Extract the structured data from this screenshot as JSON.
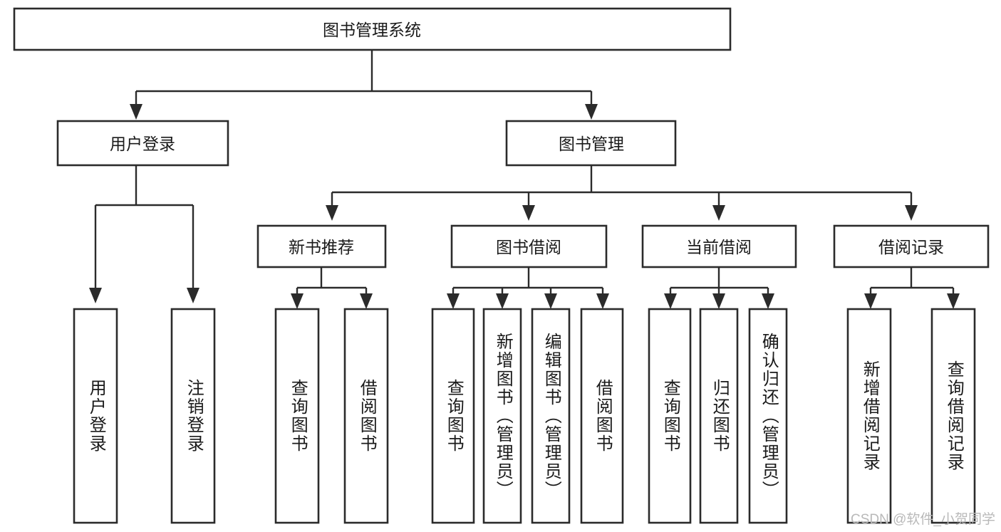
{
  "diagram": {
    "type": "tree-hierarchy",
    "title": "图书管理系统",
    "watermark": "CSDN @软件_小贺同学",
    "colors": {
      "background": "#ffffff",
      "stroke": "#2b2b2b",
      "fill": "#ffffff",
      "text": "#1a1a1a",
      "watermark": "#b9b9b9"
    },
    "root": {
      "id": "root",
      "label": "图书管理系统",
      "orientation": "horizontal"
    },
    "level2": [
      {
        "id": "user-login",
        "label": "用户登录",
        "orientation": "horizontal"
      },
      {
        "id": "book-manage",
        "label": "图书管理",
        "orientation": "horizontal"
      }
    ],
    "level3": [
      {
        "id": "new-book-rec",
        "label": "新书推荐",
        "parent": "book-manage",
        "orientation": "horizontal"
      },
      {
        "id": "book-borrow",
        "label": "图书借阅",
        "parent": "book-manage",
        "orientation": "horizontal"
      },
      {
        "id": "current-borrow",
        "label": "当前借阅",
        "parent": "book-manage",
        "orientation": "horizontal"
      },
      {
        "id": "borrow-record",
        "label": "借阅记录",
        "parent": "book-manage",
        "orientation": "horizontal"
      }
    ],
    "leaves": [
      {
        "id": "leaf-user-login",
        "label": "用户登录",
        "parent": "user-login",
        "orientation": "vertical"
      },
      {
        "id": "leaf-user-logout",
        "label": "注销登录",
        "parent": "user-login",
        "orientation": "vertical"
      },
      {
        "id": "leaf-query-book-1",
        "label": "查询图书",
        "parent": "new-book-rec",
        "orientation": "vertical"
      },
      {
        "id": "leaf-borrow-book-1",
        "label": "借阅图书",
        "parent": "new-book-rec",
        "orientation": "vertical"
      },
      {
        "id": "leaf-query-book-2",
        "label": "查询图书",
        "parent": "book-borrow",
        "orientation": "vertical"
      },
      {
        "id": "leaf-add-book",
        "label": "新增图书（管理员）",
        "parent": "book-borrow",
        "orientation": "vertical"
      },
      {
        "id": "leaf-edit-book",
        "label": "编辑图书（管理员）",
        "parent": "book-borrow",
        "orientation": "vertical"
      },
      {
        "id": "leaf-borrow-book-2",
        "label": "借阅图书",
        "parent": "book-borrow",
        "orientation": "vertical"
      },
      {
        "id": "leaf-query-book-3",
        "label": "查询图书",
        "parent": "current-borrow",
        "orientation": "vertical"
      },
      {
        "id": "leaf-return-book",
        "label": "归还图书",
        "parent": "current-borrow",
        "orientation": "vertical"
      },
      {
        "id": "leaf-confirm-return",
        "label": "确认归还（管理员）",
        "parent": "current-borrow",
        "orientation": "vertical"
      },
      {
        "id": "leaf-add-record",
        "label": "新增借阅记录",
        "parent": "borrow-record",
        "orientation": "vertical"
      },
      {
        "id": "leaf-query-record",
        "label": "查询借阅记录",
        "parent": "borrow-record",
        "orientation": "vertical"
      }
    ]
  }
}
